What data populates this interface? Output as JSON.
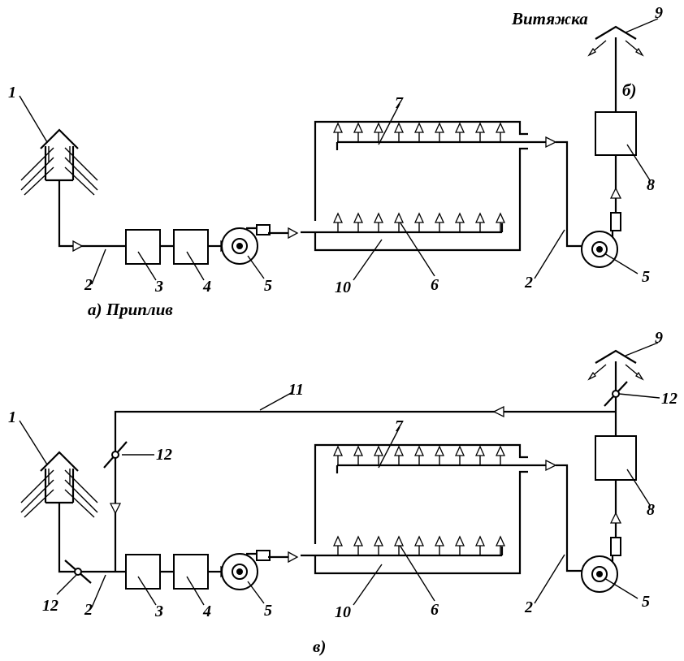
{
  "captions": {
    "supply": "а) Приплив",
    "exhaust_title": "Витяжка",
    "exhaust_letter": "б)",
    "recirc": "в)"
  },
  "labels": {
    "n1": "1",
    "n2": "2",
    "n3": "3",
    "n4": "4",
    "n5": "5",
    "n6": "6",
    "n7": "7",
    "n8": "8",
    "n9": "9",
    "n10": "10",
    "n11": "11",
    "n12": "12"
  },
  "colors": {
    "line": "#000000",
    "background": "#ffffff"
  }
}
